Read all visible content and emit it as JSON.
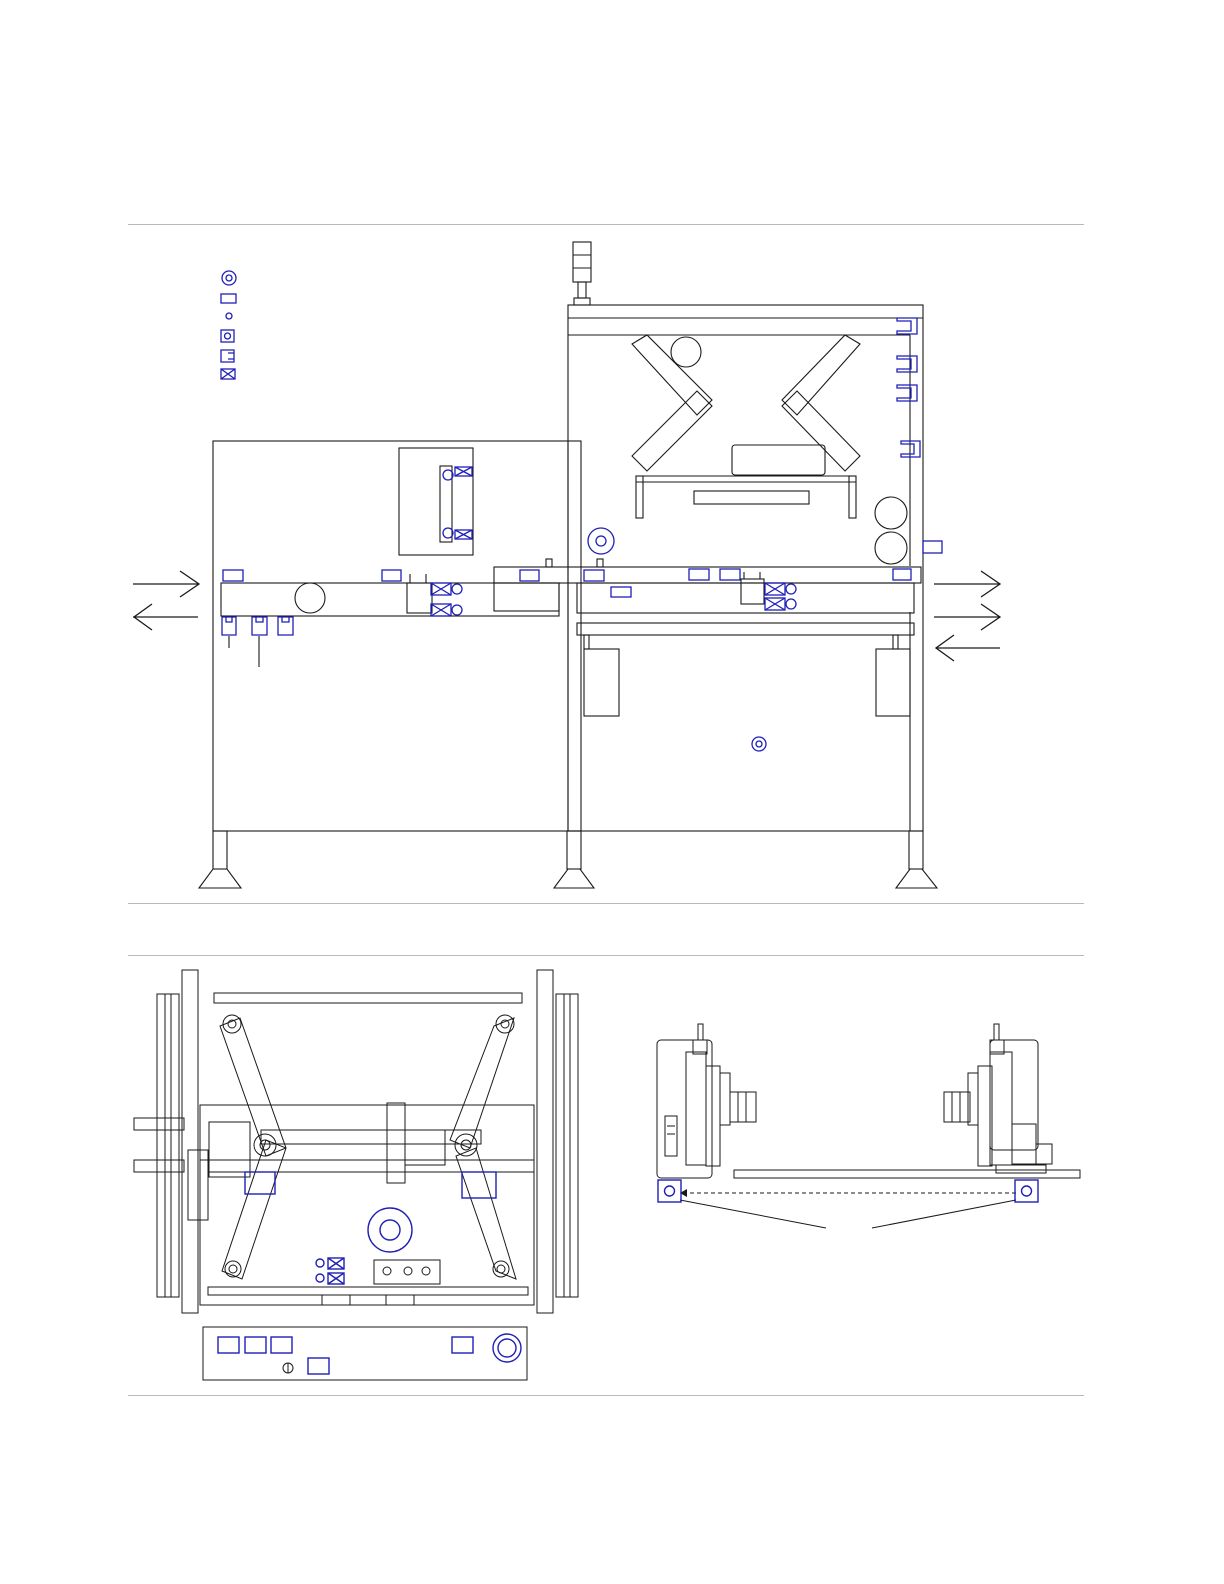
{
  "colors": {
    "line": "#1a1a1a",
    "sensor": "#1f1fb8",
    "rule": "#b8b8b8",
    "background": "#ffffff"
  },
  "legend": {
    "symbols": [
      {
        "icon": "double-circle-sensor-icon"
      },
      {
        "icon": "rectangle-sensor-icon"
      },
      {
        "icon": "small-circle-sensor-icon"
      },
      {
        "icon": "square-circle-sensor-icon"
      },
      {
        "icon": "notched-sensor-icon"
      },
      {
        "icon": "crossed-box-sensor-icon"
      }
    ]
  },
  "views": [
    {
      "id": "front-elevation"
    },
    {
      "id": "end-view"
    },
    {
      "id": "side-clamp-view"
    }
  ]
}
